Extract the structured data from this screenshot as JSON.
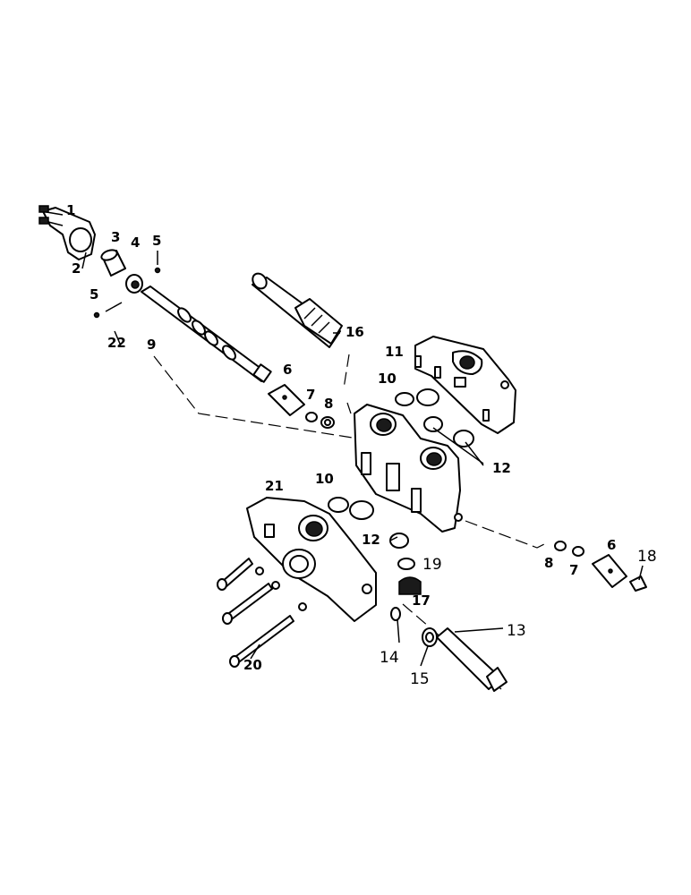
{
  "diagram": {
    "callouts": [
      {
        "id": "c1",
        "text": "1"
      },
      {
        "id": "c2",
        "text": "2"
      },
      {
        "id": "c3",
        "text": "3"
      },
      {
        "id": "c4",
        "text": "4"
      },
      {
        "id": "c5a",
        "text": "5"
      },
      {
        "id": "c5b",
        "text": "5"
      },
      {
        "id": "c22",
        "text": "22"
      },
      {
        "id": "c9",
        "text": "9"
      },
      {
        "id": "c16",
        "text": "16"
      },
      {
        "id": "c11",
        "text": "11"
      },
      {
        "id": "c10a",
        "text": "10"
      },
      {
        "id": "c12a",
        "text": "12"
      },
      {
        "id": "c6a",
        "text": "6"
      },
      {
        "id": "c7a",
        "text": "7"
      },
      {
        "id": "c8a",
        "text": "8"
      },
      {
        "id": "c21",
        "text": "21"
      },
      {
        "id": "c10b",
        "text": "10"
      },
      {
        "id": "c12b",
        "text": "12"
      },
      {
        "id": "c19",
        "text": "19"
      },
      {
        "id": "c17",
        "text": "17"
      },
      {
        "id": "c8b",
        "text": "8"
      },
      {
        "id": "c7b",
        "text": "7"
      },
      {
        "id": "c6b",
        "text": "6"
      },
      {
        "id": "c18",
        "text": "18"
      },
      {
        "id": "c13",
        "text": "13"
      },
      {
        "id": "c14",
        "text": "14"
      },
      {
        "id": "c15",
        "text": "15"
      },
      {
        "id": "c20",
        "text": "20"
      }
    ]
  }
}
